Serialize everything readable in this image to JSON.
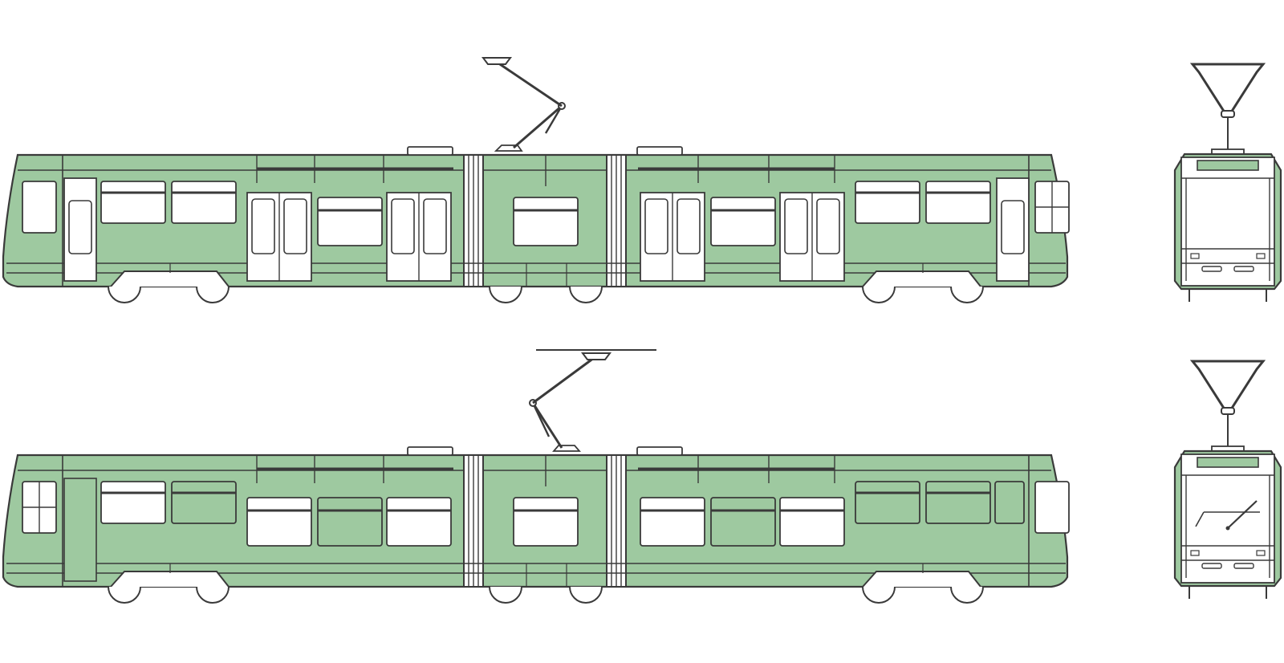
{
  "colors": {
    "body": "#9ec9a0",
    "outline": "#3a3a3a",
    "window": "#ffffff",
    "background": "#ffffff"
  },
  "views": [
    {
      "id": "side-view-a",
      "kind": "side",
      "pantograph": "left-folded",
      "doors": "left-side"
    },
    {
      "id": "front-view-a",
      "kind": "front",
      "wiper": false
    },
    {
      "id": "side-view-b",
      "kind": "side",
      "pantograph": "right-raised",
      "doors": "right-side"
    },
    {
      "id": "front-view-b",
      "kind": "front",
      "wiper": true
    }
  ]
}
